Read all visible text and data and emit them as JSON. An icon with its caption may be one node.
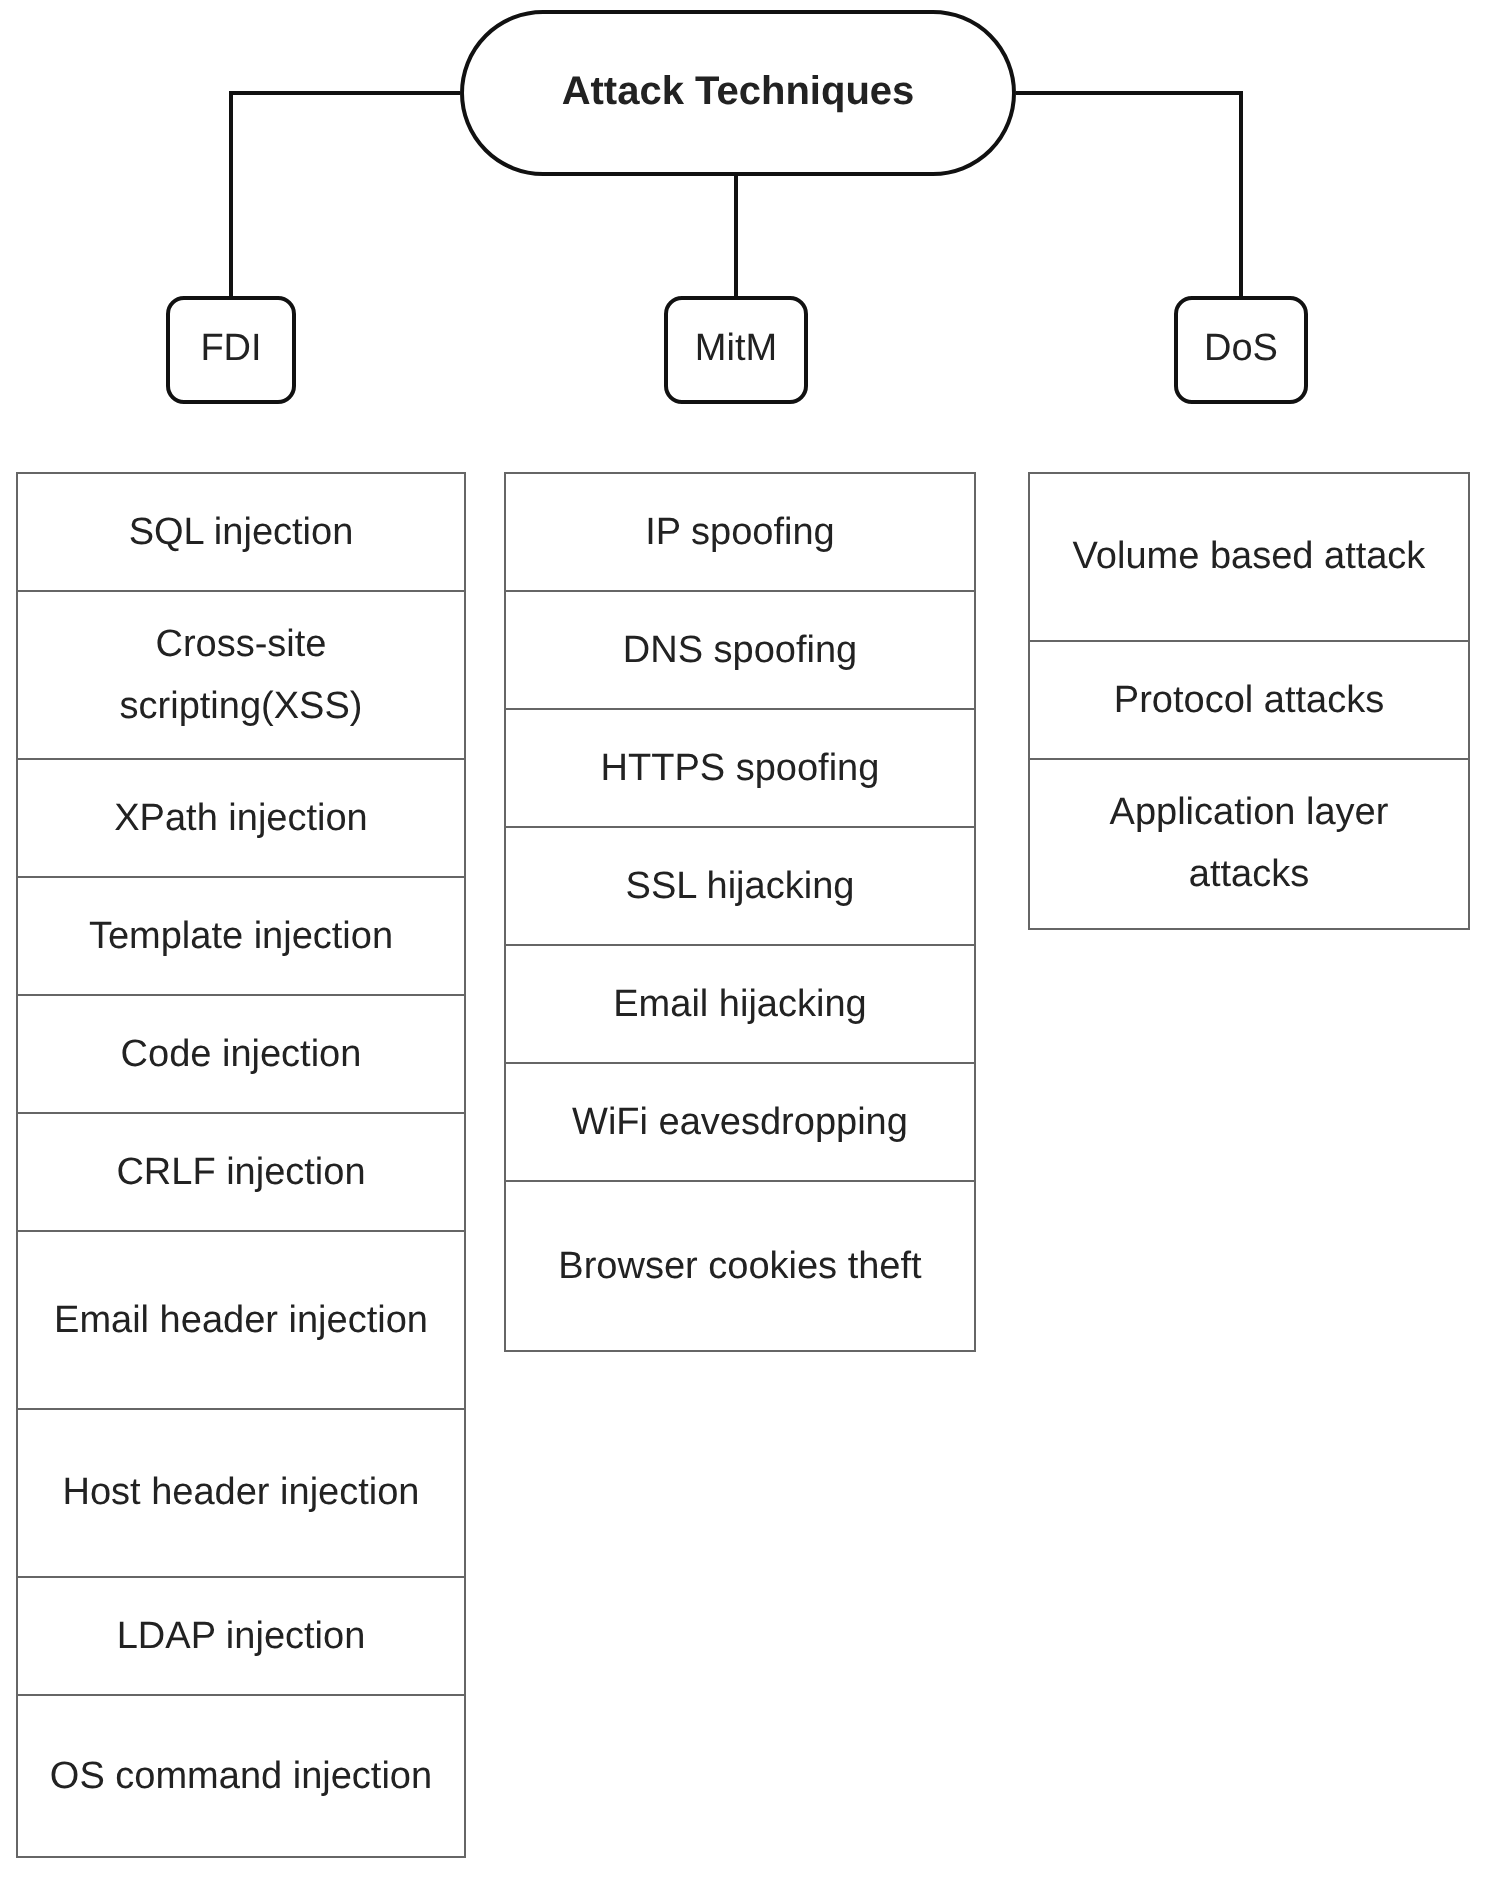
{
  "diagram": {
    "nodes": [
      {
        "text": [
          "Attack Techniques"
        ]
      },
      {
        "text": [
          "FDI"
        ]
      },
      {
        "text": [
          "MitM"
        ]
      },
      {
        "text": [
          "DoS"
        ]
      },
      {
        "text": [
          "SQL injection"
        ]
      },
      {
        "text": [
          "Cross-site scripting(XSS)"
        ]
      },
      {
        "text": [
          "XPath injection"
        ]
      },
      {
        "text": [
          "Template injection"
        ]
      },
      {
        "text": [
          "Code injection"
        ]
      },
      {
        "text": [
          "CRLF injection"
        ]
      },
      {
        "text": [
          "Email header injection"
        ]
      },
      {
        "text": [
          "Host header injection"
        ]
      },
      {
        "text": [
          "LDAP injection"
        ]
      },
      {
        "text": [
          "OS command injection"
        ]
      },
      {
        "text": [
          "IP spoofing"
        ]
      },
      {
        "text": [
          "DNS spoofing"
        ]
      },
      {
        "text": [
          "HTTPS spoofing"
        ]
      },
      {
        "text": [
          "SSL hijacking"
        ]
      },
      {
        "text": [
          "Email hijacking"
        ]
      },
      {
        "text": [
          "WiFi eavesdropping"
        ]
      },
      {
        "text": [
          "Browser cookies theft"
        ]
      },
      {
        "text": [
          "Volume based attack"
        ]
      },
      {
        "text": [
          "Protocol attacks"
        ]
      },
      {
        "text": [
          "Application layer attacks"
        ]
      }
    ],
    "edges": [
      {
        "from": 0,
        "to": 1,
        "arrow": "none"
      },
      {
        "from": 0,
        "to": 2,
        "arrow": "none"
      },
      {
        "from": 0,
        "to": 3,
        "arrow": "none"
      }
    ]
  }
}
